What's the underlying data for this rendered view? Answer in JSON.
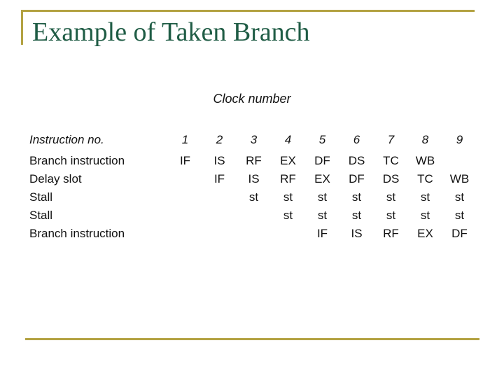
{
  "slide": {
    "title": "Example of Taken Branch",
    "table_caption": "Clock number",
    "row_header_label": "Instruction no.",
    "clock_numbers": [
      "1",
      "2",
      "3",
      "4",
      "5",
      "6",
      "7",
      "8",
      "9"
    ],
    "rows": [
      {
        "label": "Branch instruction",
        "cells": [
          "IF",
          "IS",
          "RF",
          "EX",
          "DF",
          "DS",
          "TC",
          "WB",
          ""
        ]
      },
      {
        "label": "Delay slot",
        "cells": [
          "",
          "IF",
          "IS",
          "RF",
          "EX",
          "DF",
          "DS",
          "TC",
          "WB"
        ]
      },
      {
        "label": "Stall",
        "cells": [
          "",
          "",
          "st",
          "st",
          "st",
          "st",
          "st",
          "st",
          "st"
        ]
      },
      {
        "label": "Stall",
        "cells": [
          "",
          "",
          "",
          "st",
          "st",
          "st",
          "st",
          "st",
          "st"
        ]
      },
      {
        "label": "Branch instruction",
        "cells": [
          "",
          "",
          "",
          "",
          "IF",
          "IS",
          "RF",
          "EX",
          "DF"
        ]
      }
    ],
    "colors": {
      "accent_gold": "#b3a242",
      "title_green": "#1f5c45",
      "text_black": "#111111"
    }
  }
}
